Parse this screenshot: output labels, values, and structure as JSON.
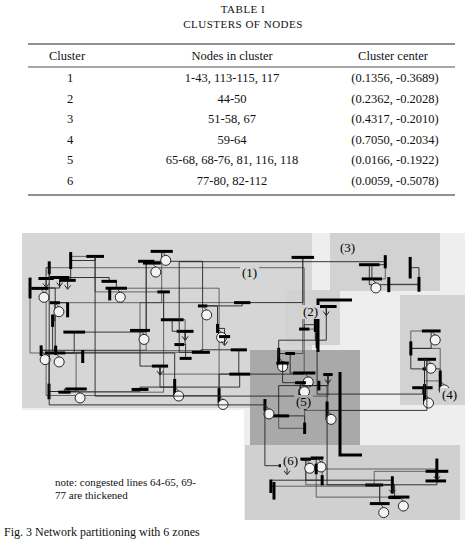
{
  "diagram": {
    "title": "TABLE I",
    "caption": "Fig. 3 Network partitioning with 6 zones",
    "nodes": [
      {
        "text": [
          "(1)"
        ]
      },
      {
        "text": [
          "(3)"
        ]
      },
      {
        "text": [
          "(2)"
        ]
      },
      {
        "text": [
          "(4)"
        ]
      },
      {
        "text": [
          "(5)"
        ]
      },
      {
        "text": [
          "(6)"
        ]
      }
    ],
    "labels": [
      "CLUSTERS OF NODES",
      "Cluster",
      "Nodes in cluster",
      "Cluster center",
      "1",
      "1-43, 113-115, 117",
      "(0.1356, -0.3689)",
      "2",
      "44-50",
      "(0.2362, -0.2028)",
      "3",
      "51-58, 67",
      "(0.4317, -0.2010)",
      "4",
      "59-64",
      "(0.7050, -0.2034)",
      "5",
      "65-68, 68-76, 81, 116, 118",
      "(0.0166, -0.1922)",
      "6",
      "77-80, 82-112",
      "(0.0059, -0.5078)",
      "note: congested lines 64-65, 69-77 are thickened"
    ]
  }
}
